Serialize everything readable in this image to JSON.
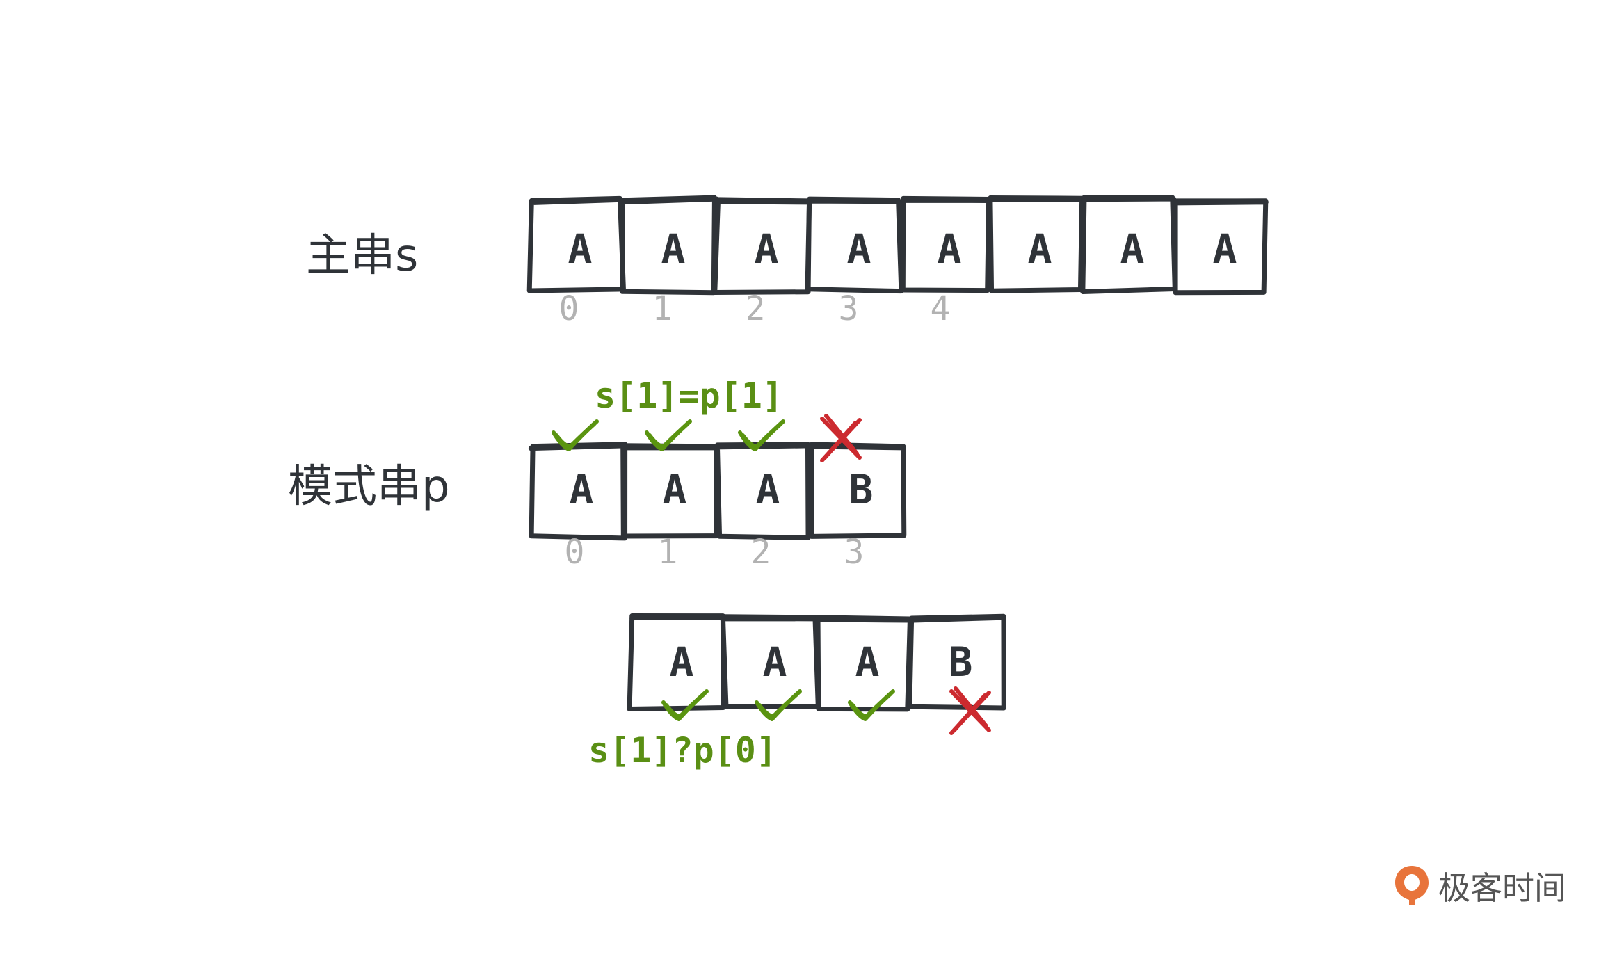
{
  "main_string": {
    "label": "主串s",
    "chars": [
      "A",
      "A",
      "A",
      "A",
      "A",
      "A",
      "A",
      "A"
    ],
    "indices": [
      "0",
      "1",
      "2",
      "3",
      "4"
    ]
  },
  "pattern_string": {
    "label": "模式串p",
    "chars": [
      "A",
      "A",
      "A",
      "B"
    ],
    "indices": [
      "0",
      "1",
      "2",
      "3"
    ],
    "marks": [
      "check",
      "check",
      "check",
      "cross"
    ],
    "annotation": "s[1]=p[1]"
  },
  "shifted_pattern": {
    "chars": [
      "A",
      "A",
      "A",
      "B"
    ],
    "marks": [
      "check",
      "check",
      "check",
      "cross"
    ],
    "annotation": "s[1]?p[0]"
  },
  "brand": {
    "name": "极客时间",
    "logo_icon": "geektime-logo-icon",
    "logo_color": "#e8743b"
  },
  "colors": {
    "ink": "#2f3338",
    "index": "#b2b2b2",
    "check": "#5a9410",
    "cross": "#cc2a2f",
    "annotation": "#5a8f14"
  }
}
